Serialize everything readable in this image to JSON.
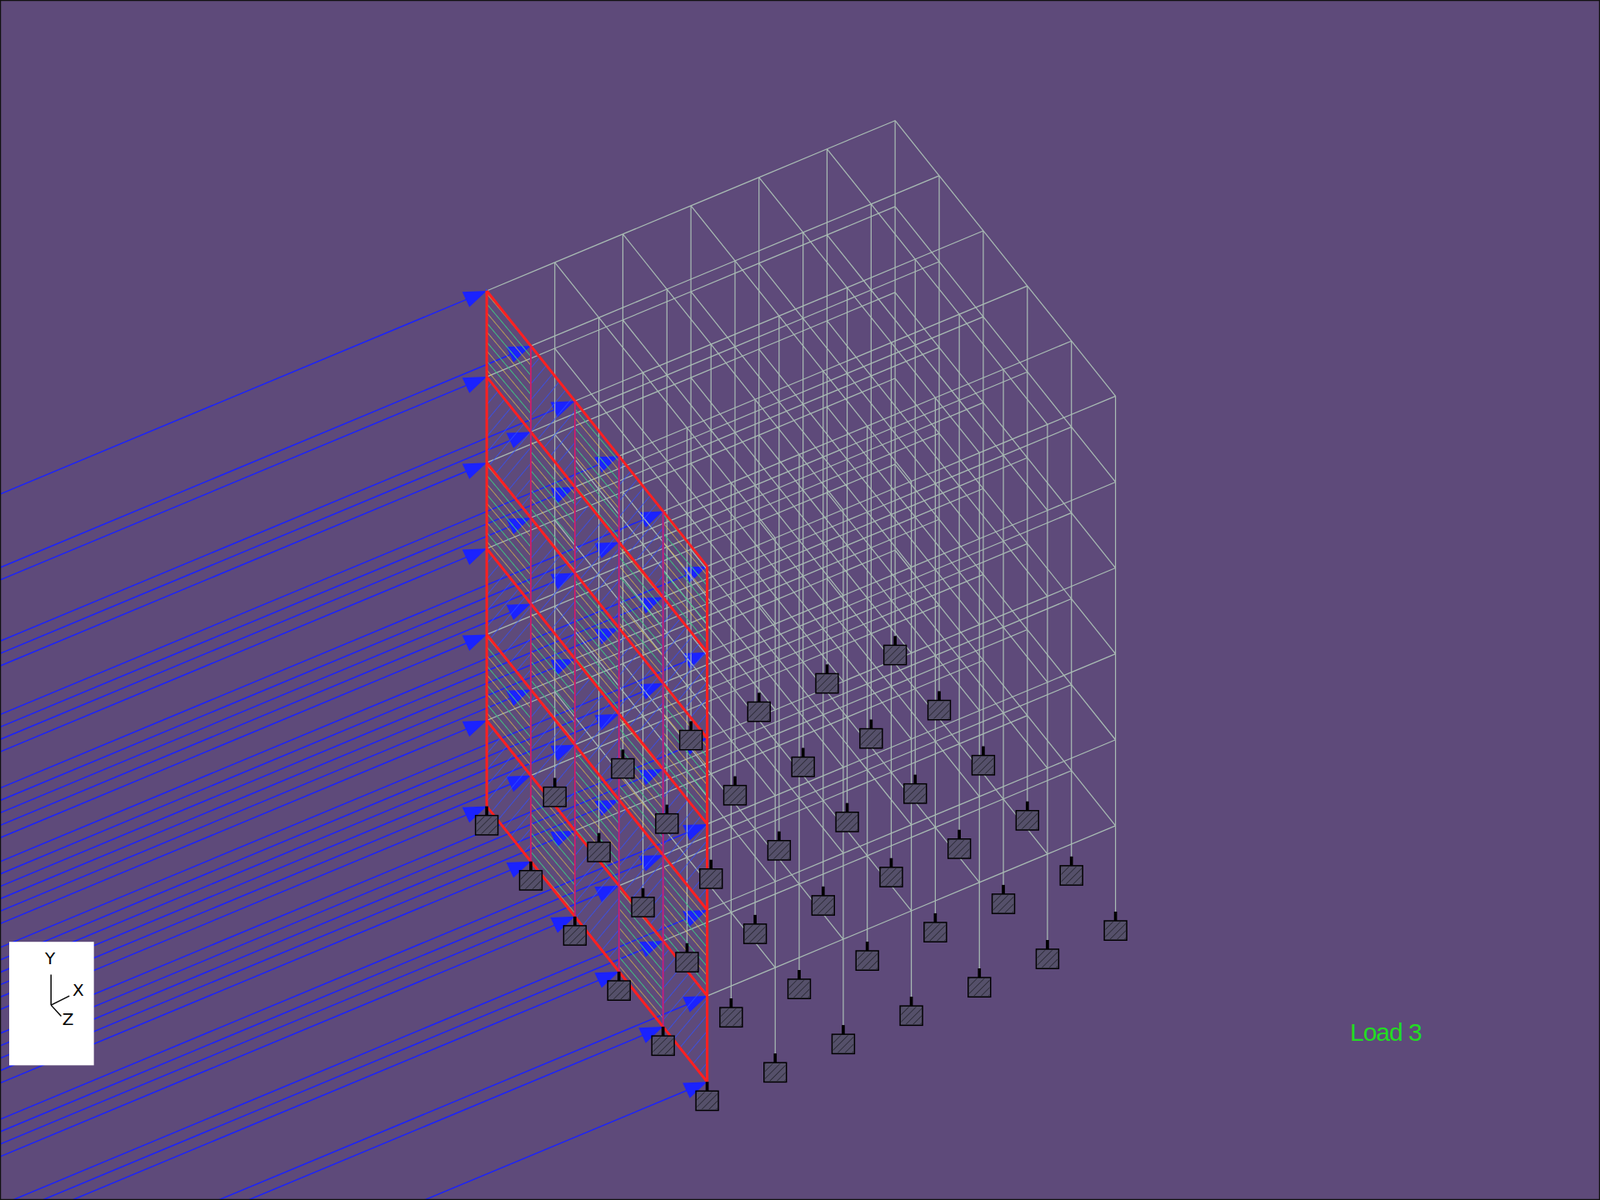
{
  "diagram": {
    "labels": [
      "Y",
      "X",
      "Z",
      "Load 3"
    ]
  }
}
